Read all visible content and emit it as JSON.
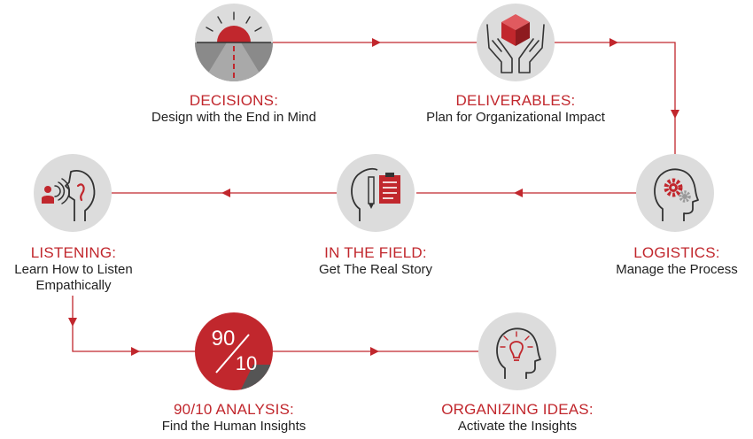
{
  "colors": {
    "accent": "#c1272d",
    "icon_bg": "#dcdcdc",
    "icon_stroke": "#333333",
    "text": "#222222"
  },
  "steps": [
    {
      "id": "decisions",
      "title": "DECISIONS:",
      "subtitle": "Design with the End in Mind",
      "icon": "sunrise-road-icon"
    },
    {
      "id": "deliverables",
      "title": "DELIVERABLES:",
      "subtitle": "Plan for Organizational Impact",
      "icon": "hands-cube-icon"
    },
    {
      "id": "logistics",
      "title": "LOGISTICS:",
      "subtitle": "Manage the Process",
      "icon": "head-gears-icon"
    },
    {
      "id": "field",
      "title": "IN THE FIELD:",
      "subtitle": "Get The Real Story",
      "icon": "head-clipboard-icon"
    },
    {
      "id": "listening",
      "title": "LISTENING:",
      "subtitle_line1": "Learn How to Listen",
      "subtitle_line2": "Empathically",
      "icon": "head-listening-icon"
    },
    {
      "id": "analysis",
      "title": "90/10 ANALYSIS:",
      "subtitle": "Find the Human Insights",
      "icon": "ninety-ten-icon",
      "num_top": "90",
      "num_bottom": "10"
    },
    {
      "id": "ideas",
      "title": "ORGANIZING IDEAS:",
      "subtitle": "Activate the Insights",
      "icon": "head-lightbulb-icon"
    }
  ]
}
